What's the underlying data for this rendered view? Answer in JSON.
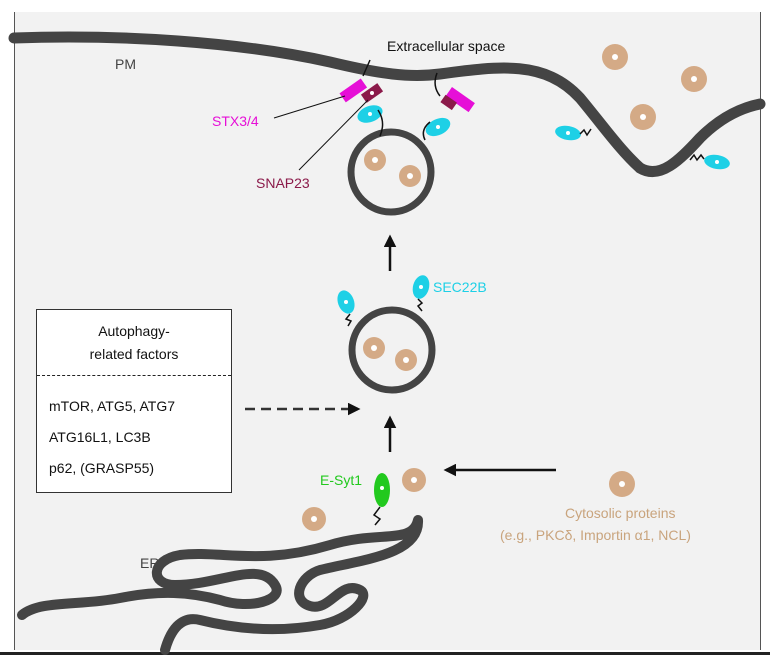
{
  "labels": {
    "extracellular": "Extracellular space",
    "pm": "PM",
    "er": "ER",
    "stx": "STX3/4",
    "snap": "SNAP23",
    "sec22b": "SEC22B",
    "esyt1": "E-Syt1",
    "cytosolic_line1": "Cytosolic proteins",
    "cytosolic_line2": "(e.g., PKCδ, Importin α1, NCL)"
  },
  "factors_box": {
    "title_line1": "Autophagy-",
    "title_line2": "related factors",
    "items": [
      "mTOR, ATG5, ATG7",
      "ATG16L1, LC3B",
      "p62, (GRASP55)"
    ]
  },
  "colors": {
    "membrane": "#444444",
    "protein": "#d4aa86",
    "sec22b": "#1ed0e6",
    "stx": "#e60fd7",
    "snap": "#8b1a4a",
    "esyt1": "#22c91e",
    "background": "#f2f2f2"
  }
}
